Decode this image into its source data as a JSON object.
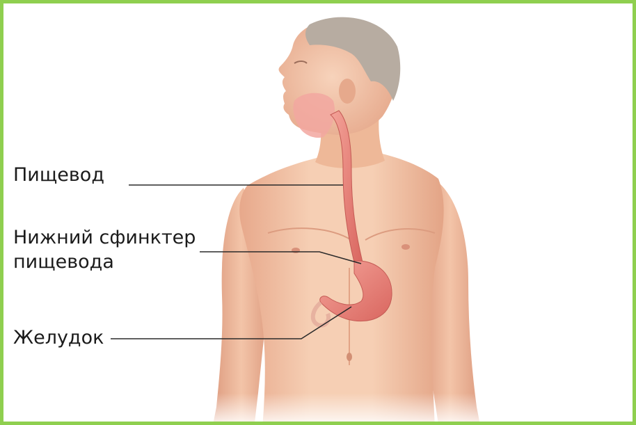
{
  "labels": {
    "esophagus": "Пищевод",
    "les_line1": "Нижний сфинктер",
    "les_line2": "пищевода",
    "stomach": "Желудок"
  },
  "colors": {
    "frame_border": "#8fcf4f",
    "skin": "#f3c3a6",
    "skin_shadow": "#e2a184",
    "hair": "#b7aca1",
    "organ": "#ef8f86",
    "organ_dark": "#d9665f",
    "leader_line": "#2a2a2a"
  },
  "icons": [
    "human-torso-illustration",
    "esophagus-organ",
    "stomach-organ"
  ]
}
